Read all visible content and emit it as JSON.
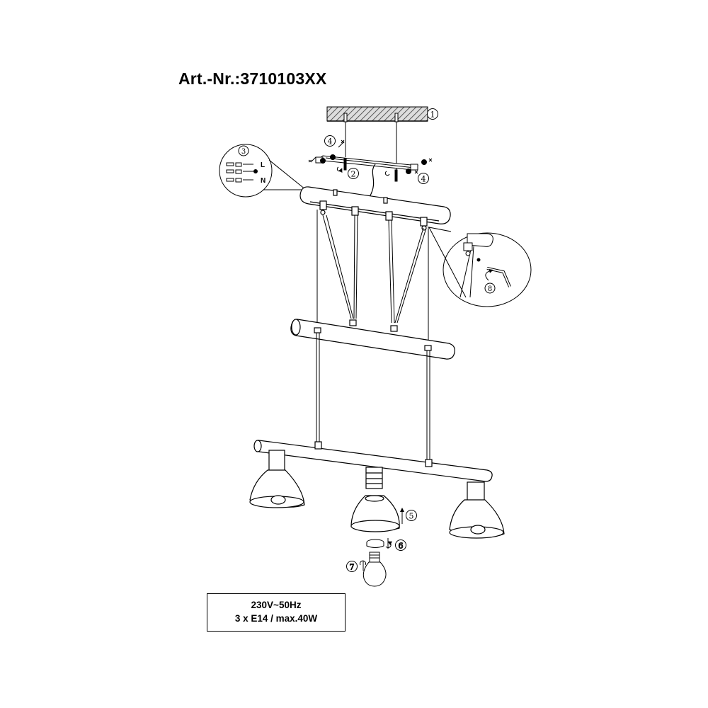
{
  "article_number": "Art.-Nr.:3710103XX",
  "specs": {
    "voltage": "230V~50Hz",
    "bulbs": "3 x E14 / max.40W"
  },
  "step_markers": [
    "1",
    "2",
    "3",
    "4",
    "4",
    "5",
    "6",
    "7",
    "8"
  ],
  "wiring_labels": {
    "live": "L",
    "neutral": "N"
  },
  "colors": {
    "line": "#000000",
    "shade_fill": "#ffffff"
  }
}
